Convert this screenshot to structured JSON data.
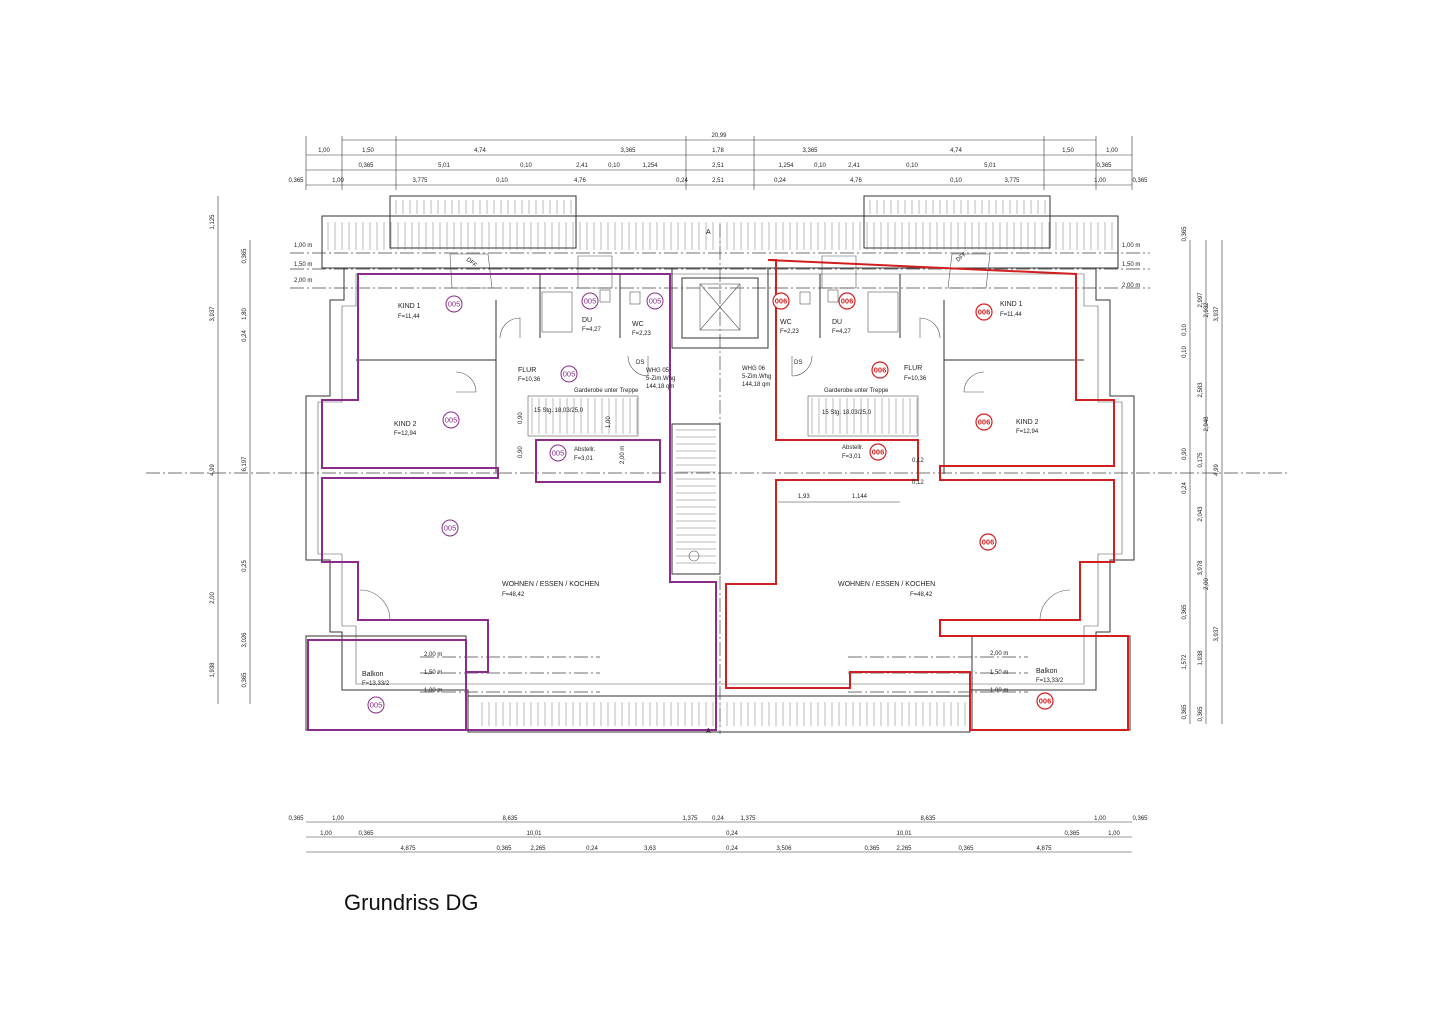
{
  "title": "Grundriss DG",
  "dims_top": {
    "row1": [
      "20,99"
    ],
    "row2": [
      "1,00",
      "1,50",
      "4,74",
      "3,365",
      "1,78",
      "3,365",
      "4,74",
      "1,50",
      "1,00"
    ],
    "row3": [
      "0,365",
      "5,01",
      "0,10",
      "2,41",
      "0,10",
      "1,254",
      "2,51",
      "1,254",
      "0,10",
      "2,41",
      "0,10",
      "5,01",
      "0,365"
    ],
    "row4": [
      "0,365",
      "1,00",
      "3,775",
      "0,10",
      "4,76",
      "0,24",
      "2,51",
      "0,24",
      "4,76",
      "0,10",
      "3,775",
      "1,00",
      "0,365"
    ]
  },
  "dims_bottom": {
    "row1": [
      "0,365",
      "1,00",
      "8,635",
      "1,375",
      "0,24",
      "1,375",
      "8,635",
      "1,00",
      "0,365"
    ],
    "row2": [
      "1,00",
      "0,365",
      "10,01",
      "0,24",
      "10,01",
      "0,365",
      "1,00"
    ],
    "row3": [
      "4,875",
      "0,365",
      "2,265",
      "0,24",
      "3,63",
      "0,24",
      "3,506",
      "0,365",
      "2,265",
      "0,365",
      "4,875"
    ]
  },
  "dims_left": {
    "outer": [
      "1,125",
      "3,937",
      "4,99",
      "2,00",
      "1,938"
    ],
    "inner": [
      "0,365",
      "1,80",
      "0,24",
      "6,197",
      "0,25",
      "3,026",
      "0,365"
    ]
  },
  "dims_right": {
    "col1": [
      "0,365",
      "0,10",
      "0,10",
      "0,90",
      "0,24",
      "0,365",
      "1,572",
      "0,365"
    ],
    "col2": [
      "2,997",
      "2,583",
      "0,175",
      "2,043",
      "3,978",
      "1,938",
      "0,365"
    ],
    "col3": [
      "2,932",
      "2,948",
      "2,00"
    ],
    "col4": [
      "3,937",
      "4,99",
      "3,937"
    ]
  },
  "level_marks": {
    "left": [
      "1,00 m",
      "1,50 m",
      "2,00 m"
    ],
    "right": [
      "1,00 m",
      "1,50 m",
      "2,00 m"
    ],
    "balcony_left": [
      "2,00 m",
      "1,50 m",
      "1,00 m"
    ],
    "balcony_right": [
      "2,00 m",
      "1,50 m",
      "1,00 m"
    ]
  },
  "unit_left": {
    "tag": "005",
    "color": "#8a2d8a",
    "rooms": [
      {
        "name": "KIND 1",
        "area": "F=11,44"
      },
      {
        "name": "KIND 2",
        "area": "F=12,94"
      },
      {
        "name": "DU",
        "area": "F=4,27"
      },
      {
        "name": "WC",
        "area": "F=2,23"
      },
      {
        "name": "FLUR",
        "area": "F=10,36"
      },
      {
        "name": "Abstellr.",
        "area": "F=3,01"
      },
      {
        "name": "WOHNEN / ESSEN / KOCHEN",
        "area": "F=48,42"
      },
      {
        "name": "Balkon",
        "area": "F=13,33/2"
      }
    ],
    "summary": [
      "WHG 05",
      "5-Zim.Whg",
      "144,18 qm"
    ],
    "stair": "15 Stg. 18,03/25,0",
    "garderobe": "Garderobe unter Treppe",
    "ds": "DS"
  },
  "unit_right": {
    "tag": "006",
    "color": "#d11f1f",
    "rooms": [
      {
        "name": "KIND 1",
        "area": "F=11,44"
      },
      {
        "name": "KIND 2",
        "area": "F=12,94"
      },
      {
        "name": "DU",
        "area": "F=4,27"
      },
      {
        "name": "WC",
        "area": "F=2,23"
      },
      {
        "name": "FLUR",
        "area": "F=10,36"
      },
      {
        "name": "Abstellr.",
        "area": "F=3,01"
      },
      {
        "name": "WOHNEN / ESSEN / KOCHEN",
        "area": "F=48,42"
      },
      {
        "name": "Balkon",
        "area": "F=13,33/2"
      }
    ],
    "summary": [
      "WHG 06",
      "5-Zim.Whg",
      "144,18 qm"
    ],
    "stair": "15 Stg. 18,03/25,0",
    "garderobe": "Garderobe unter Treppe",
    "ds": "DS",
    "extra_dims": [
      "1,93",
      "1,144",
      "0,12",
      "0,12"
    ]
  },
  "misc": {
    "section_mark": "A",
    "dfe": "DFF",
    "stair_side_dims": [
      "0,90",
      "1,00",
      "2,00 m",
      "0,90"
    ]
  }
}
